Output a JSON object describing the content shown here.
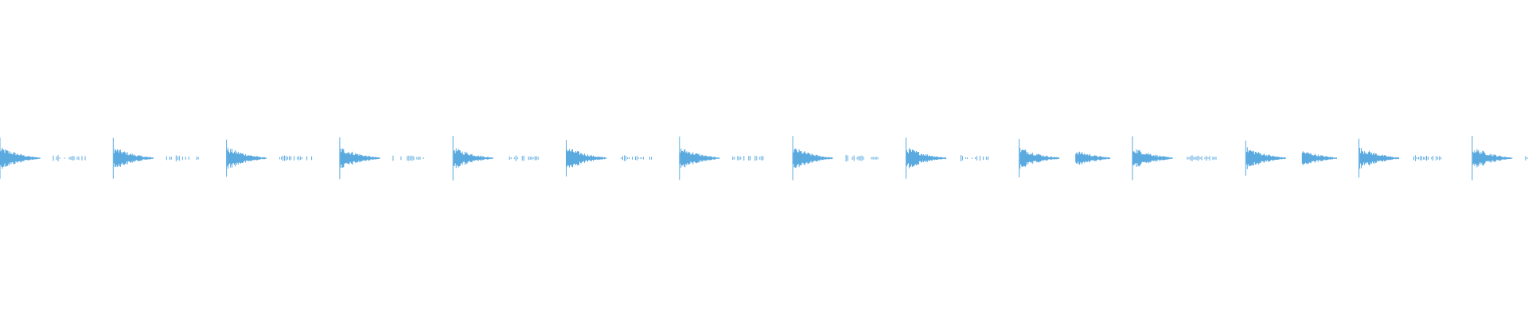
{
  "waveform": {
    "color": "#5aaae0",
    "beats": [
      {
        "hit": "main",
        "tail": "short"
      },
      {
        "hit": "main",
        "tail": "short"
      },
      {
        "hit": "main",
        "tail": "short"
      },
      {
        "hit": "main",
        "tail": "short"
      },
      {
        "hit": "main",
        "tail": "short"
      },
      {
        "hit": "main",
        "tail": "short"
      },
      {
        "hit": "main",
        "tail": "short"
      },
      {
        "hit": "main",
        "tail": "short"
      },
      {
        "hit": "main",
        "tail": "short"
      },
      {
        "hit": "main",
        "tail": "secondary-hit"
      },
      {
        "hit": "main",
        "tail": "short"
      },
      {
        "hit": "main",
        "tail": "secondary-hit"
      },
      {
        "hit": "main",
        "tail": "short"
      },
      {
        "hit": "main",
        "tail": "short"
      }
    ]
  }
}
